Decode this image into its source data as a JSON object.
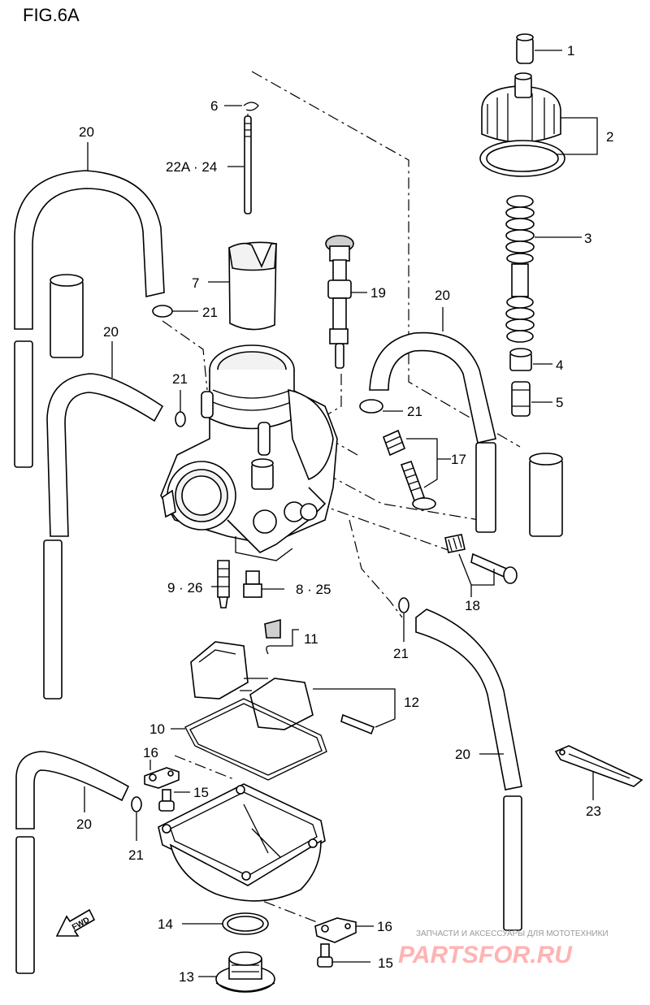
{
  "figure": {
    "title": "FIG.6A"
  },
  "labels": {
    "l1": "1",
    "l2": "2",
    "l3": "3",
    "l4": "4",
    "l5": "5",
    "l6": "6",
    "l7": "7",
    "l8_25": "8 · 25",
    "l9_26": "9 · 26",
    "l10": "10",
    "l11": "11",
    "l12": "12",
    "l13": "13",
    "l14": "14",
    "l15a": "15",
    "l15b": "15",
    "l16a": "16",
    "l16b": "16",
    "l17": "17",
    "l18": "18",
    "l19": "19",
    "l20a": "20",
    "l20b": "20",
    "l20c": "20",
    "l20d": "20",
    "l20e": "20",
    "l21a": "21",
    "l21b": "21",
    "l21c": "21",
    "l21d": "21",
    "l21e": "21",
    "l22a_24": "22A · 24",
    "l23": "23"
  },
  "fwd_arrow": {
    "text": "FWD"
  },
  "watermark": {
    "tagline": "ЗАПЧАСТИ И АКСЕССУАРЫ ДЛЯ МОТОТЕХНИКИ",
    "brand": "PARTSFOR.RU"
  }
}
